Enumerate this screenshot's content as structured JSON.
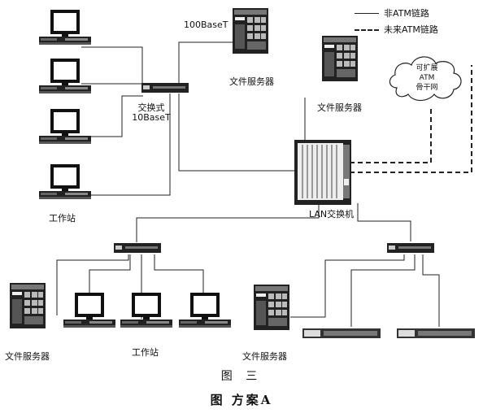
{
  "legend": {
    "non_atm": "非ATM链路",
    "future_atm": "未来ATM链路"
  },
  "labels": {
    "top_link": "100BaseT",
    "switch_top": "交换式",
    "switch_bottom": "10BaseT",
    "workstation_left": "工作站",
    "file_server_top": "文件服务器",
    "file_server_right": "文件服务器",
    "lan_switch": "LAN交换机",
    "file_server_bottom_left": "文件服务器",
    "workstation_bottom": "工作站",
    "file_server_bottom_mid": "文件服务器"
  },
  "cloud": {
    "line1": "可扩展",
    "line2": "ATM",
    "line3": "骨干网"
  },
  "captions": {
    "figure": "图  三",
    "scheme": "图   方案A"
  }
}
